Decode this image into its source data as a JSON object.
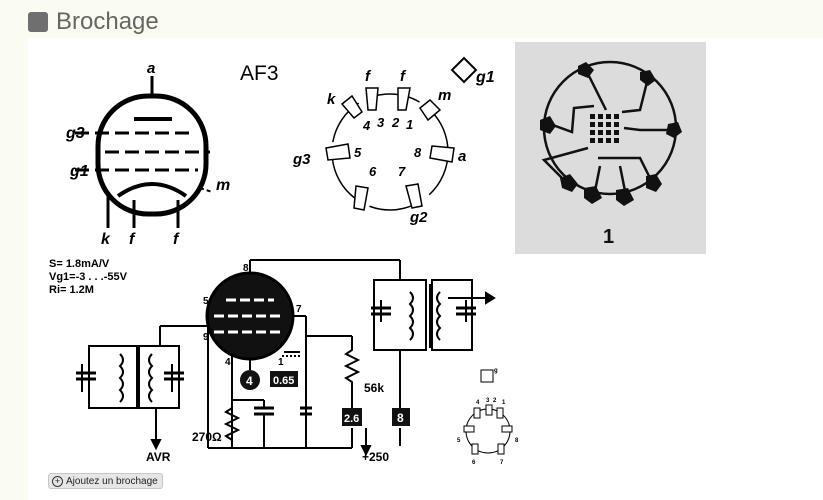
{
  "header": {
    "title": "Brochage"
  },
  "tube": {
    "name": "AF3",
    "symbol_labels": {
      "anode": "a",
      "g3": "g3",
      "g1": "g1",
      "m": "m",
      "k": "k",
      "f1": "f",
      "f2": "f"
    },
    "socket_top": {
      "k": "k",
      "f1": "f",
      "f2": "f",
      "m": "m",
      "g1": "g1",
      "g3": "g3",
      "a": "a",
      "g2": "g2",
      "p1": "1",
      "p2": "2",
      "p3": "3",
      "p4": "4",
      "p5": "5",
      "p6": "6",
      "p7": "7",
      "p8": "8"
    },
    "photo_label": "1",
    "specs": {
      "s": "S= 1.8mA/V",
      "vg1": "Vg1=-3 . . .-55V",
      "ri": "Ri= 1.2M"
    },
    "circuit": {
      "pin8": "8",
      "pin5": "5",
      "pin9": "9",
      "pin7": "7",
      "pin4": "4",
      "pin1": "1",
      "cathode_badge": "4",
      "v065": "0.65",
      "r56k": "56k",
      "v26": "2.6",
      "v8": "8",
      "r270": "270Ω",
      "avr": "AVR",
      "b250": "+250",
      "mini": {
        "n1": "1",
        "n2": "2",
        "n3": "3",
        "n4": "4",
        "n5": "5",
        "n6": "6",
        "n7": "7",
        "n8": "8",
        "g": "g"
      }
    }
  },
  "actions": {
    "add_pinout": "Ajoutez un brochage"
  }
}
